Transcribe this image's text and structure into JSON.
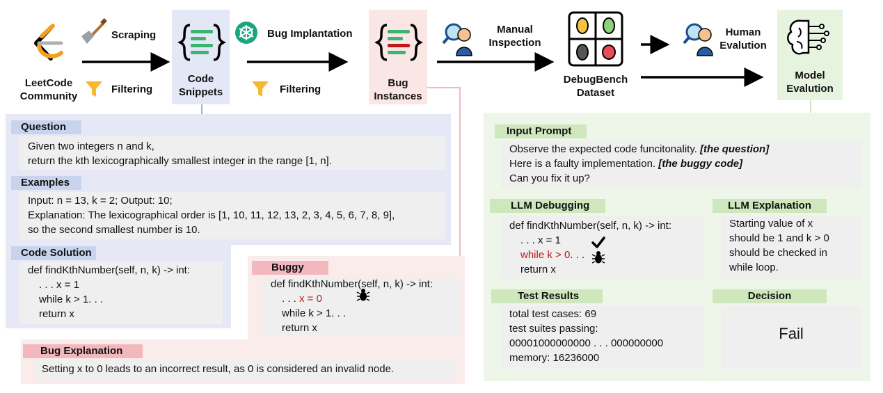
{
  "pipeline": {
    "community": "LeetCode\nCommunity",
    "scraping": "Scraping",
    "filtering_1": "Filtering",
    "snippets": "Code\nSnippets",
    "bug_implantation": "Bug Implantation",
    "filtering_2": "Filtering",
    "bug_instances": "Bug\nInstances",
    "manual_inspection": "Manual\nInspection",
    "dataset": "DebugBench\nDataset",
    "human_eval": "Human\nEvalution",
    "model_eval": "Model\nEvalution"
  },
  "question": {
    "title": "Question",
    "line1": "Given two integers n and k,",
    "line2": "return the kth lexicographically smallest integer in the range [1, n]."
  },
  "examples": {
    "title": "Examples",
    "line1": "Input: n = 13, k = 2; Output: 10;",
    "line2": "Explanation: The lexicographical order is [1, 10, 11, 12, 13, 2, 3, 4, 5, 6, 7, 8, 9],",
    "line3": "so the second smallest number is 10."
  },
  "solution": {
    "title": "Code Solution",
    "line1": "def findKthNumber(self, n, k) -> int:",
    "line2": ". . . x = 1",
    "line3": "while k > 1. . .",
    "line4": "return x"
  },
  "buggy": {
    "title": "Buggy Code",
    "line1": "def findKthNumber(self, n, k) -> int:",
    "line2_prefix": ". . . ",
    "line2_red": "x = 0",
    "line3": "while k > 1. . .",
    "line4": "return x"
  },
  "bug_explanation": {
    "title": "Bug Explanation",
    "text": "Setting x to 0 leads to an incorrect result, as 0 is considered an invalid node."
  },
  "input_prompt": {
    "title": "Input Prompt",
    "line1": "Observe the expected code funcitonality. ",
    "line1_bi": "[the question]",
    "line2": "Here is a faulty implementation. ",
    "line2_bi": "[the buggy code]",
    "line3": "Can you fix it up?"
  },
  "llm_debugging": {
    "title": "LLM Debugging",
    "line1": "def findKthNumber(self, n, k) -> int:",
    "line2": ". . . x = 1",
    "line3_red": "while k > 0",
    "line3_tail": ". . .",
    "line4": "return x"
  },
  "llm_explanation": {
    "title": "LLM Explanation",
    "line1": "Starting value of x",
    "line2": "should be 1 and k > 0",
    "line3": "should be checked in",
    "line4": "while loop."
  },
  "test_results": {
    "title": "Test Results",
    "line1": "total test cases: 69",
    "line2": "test suites passing:",
    "line3": "00001000000000 . . . 000000000",
    "line4": "memory: 16236000"
  },
  "decision": {
    "title": "Decision",
    "value": "Fail"
  },
  "colors": {
    "blue_panel": "#e6e9f5",
    "blue_header": "#c8d4ee",
    "pink_panel": "#fbecec",
    "pink_header": "#f2b8be",
    "green_panel": "#edf6e8",
    "green_header": "#cfe7bd",
    "gray_box": "#efefef",
    "bug_red": "#c0171b"
  }
}
